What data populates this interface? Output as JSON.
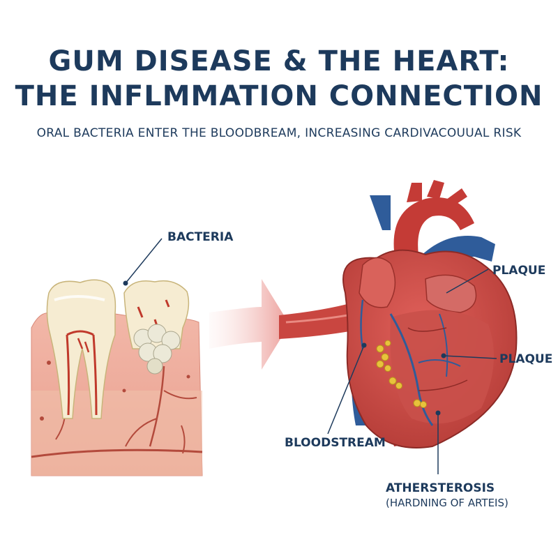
{
  "title": {
    "line1": "GUM DISEASE & THE HEART:",
    "line2": "THE INFLMMATION CONNECTION"
  },
  "subtitle": "ORAL BACTERIA ENTER THE BLOODBREAM, INCREASING CARDIVACOUUAL RISK",
  "labels": {
    "bacteria": "BACTERIA",
    "plaque_top": "PLAQUE",
    "plaque_right": "PLAQUE",
    "bloodstream": "BLOODSTREAM",
    "atherosclerosis": "ATHERSTEROSIS",
    "atherosclerosis_sub": "(HARDNING OF ARTEIS)"
  },
  "colors": {
    "title": "#1d3a5c",
    "artery_red": "#c43b36",
    "vein_blue": "#2f5c9a",
    "gum": "#e8a293",
    "plaque": "#e8c23c"
  }
}
